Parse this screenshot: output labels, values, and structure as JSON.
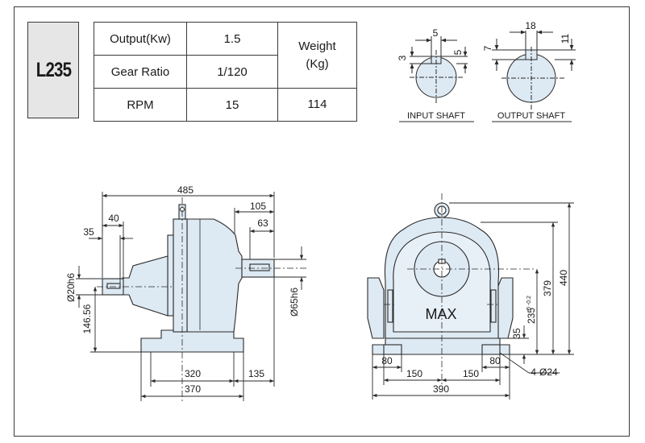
{
  "model": "L235",
  "spec": {
    "output_label": "Output(Kw)",
    "output_value": "1.5",
    "gear_ratio_label": "Gear Ratio",
    "gear_ratio_value": "1/120",
    "rpm_label": "RPM",
    "rpm_value": "15",
    "weight_label_line1": "Weight",
    "weight_label_line2": "(Kg)",
    "weight_value": "114"
  },
  "shafts": {
    "input_label": "INPUT SHAFT",
    "input_dims": {
      "width": "5",
      "depth": "5",
      "key": "3"
    },
    "output_label": "OUTPUT SHAFT",
    "output_dims": {
      "width": "18",
      "depth": "11",
      "key": "7"
    }
  },
  "side_view": {
    "overall_length": "485",
    "output_shaft_extent": "105",
    "output_shaft_length": "63",
    "input_shaft_key": "40",
    "input_shaft_length": "35",
    "input_shaft_diameter": "Ø20h6",
    "input_shaft_height": "146.56",
    "output_shaft_diameter": "Ø65h6",
    "base_length": "320",
    "base_offset": "135",
    "base_total": "370"
  },
  "front_view": {
    "center_label": "MAX",
    "overall_height": "440",
    "center_height_379": "379",
    "shaft_height": "235",
    "shaft_height_tol": "0\n-0.2",
    "base_height": "35",
    "base_edge_left": "80",
    "half_span_left": "150",
    "half_span_right": "150",
    "base_edge_right": "80",
    "bolt_holes": "4-Ø24",
    "overall_width": "390"
  },
  "colors": {
    "body_fill": "#dde9f3",
    "line": "#2a2a2a",
    "label_bg": "#e6e6e6"
  }
}
